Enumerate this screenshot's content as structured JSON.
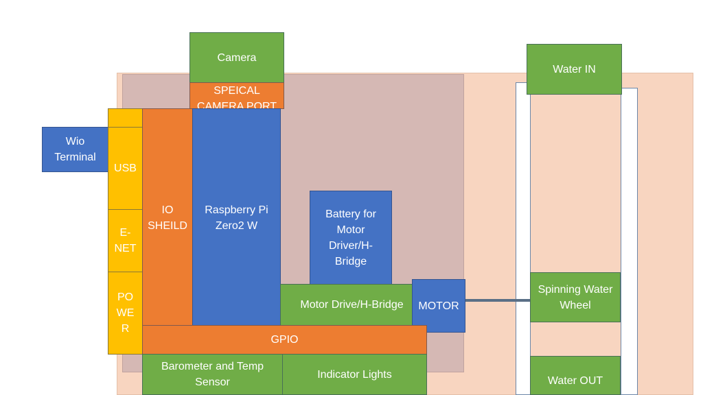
{
  "colors": {
    "enclosure": "#f8d5c0",
    "inner_board": "#d5b8b4",
    "green": "#70ad47",
    "orange": "#ed7d31",
    "blue": "#4472c4",
    "yellow": "#ffc000",
    "pipe": "#ffffff",
    "shaft": "#5a6f86"
  },
  "blocks": {
    "camera": "Camera",
    "camera_port": "SPEICAL\nCAMERA PORT",
    "wio_terminal": "Wio\nTerminal",
    "usb": "USB",
    "enet": "E-\nNET",
    "power": "PO\nWE\nR",
    "io_shield": "IO\nSHEILD",
    "raspberry_pi": "Raspberry Pi\nZero2 W",
    "battery": "Battery for\nMotor\nDriver/H-\nBridge",
    "motor_drive": "Motor Drive/H-Bridge",
    "motor": "MOTOR",
    "gpio": "GPIO",
    "barometer": "Barometer and Temp\nSensor",
    "indicator_lights": "Indicator Lights",
    "water_in": "Water IN",
    "spinning_wheel": "Spinning Water\nWheel",
    "water_out": "Water OUT"
  }
}
